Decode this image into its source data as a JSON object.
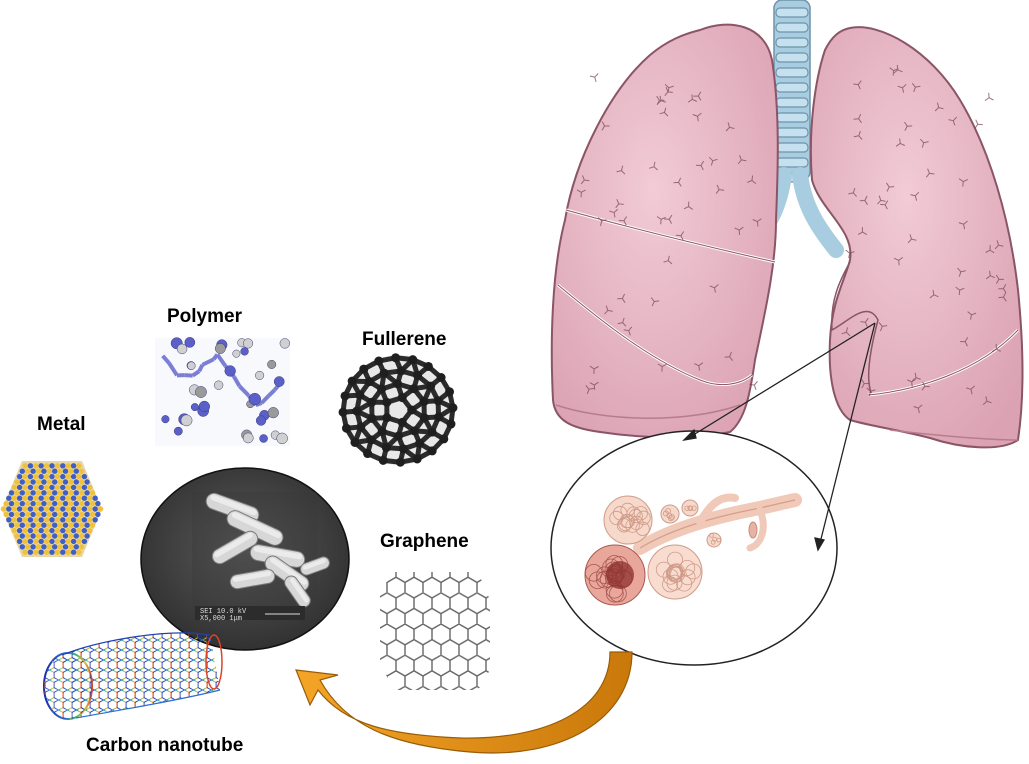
{
  "labels": {
    "polymer": "Polymer",
    "fullerene": "Fullerene",
    "metal": "Metal",
    "graphene": "Graphene",
    "nanotube": "Carbon nanotube"
  },
  "sem": {
    "line1": "SEI 10.0 kV",
    "line2": "X5,000 1μm"
  },
  "colors": {
    "lung_fill": "#e9b9c6",
    "lung_stroke": "#8a5566",
    "trachea": "#a8cde0",
    "arrow": "#e08e16",
    "metal_blue": "#3f5fc6",
    "metal_gold": "#f0c23c",
    "sem_background": "#4a4a4a"
  },
  "icons": [
    "lungs",
    "alveoli",
    "sem-bacteria",
    "polymer-molecule",
    "fullerene",
    "metal-nanoparticle",
    "graphene-lattice",
    "carbon-nanotube",
    "curved-arrow"
  ]
}
